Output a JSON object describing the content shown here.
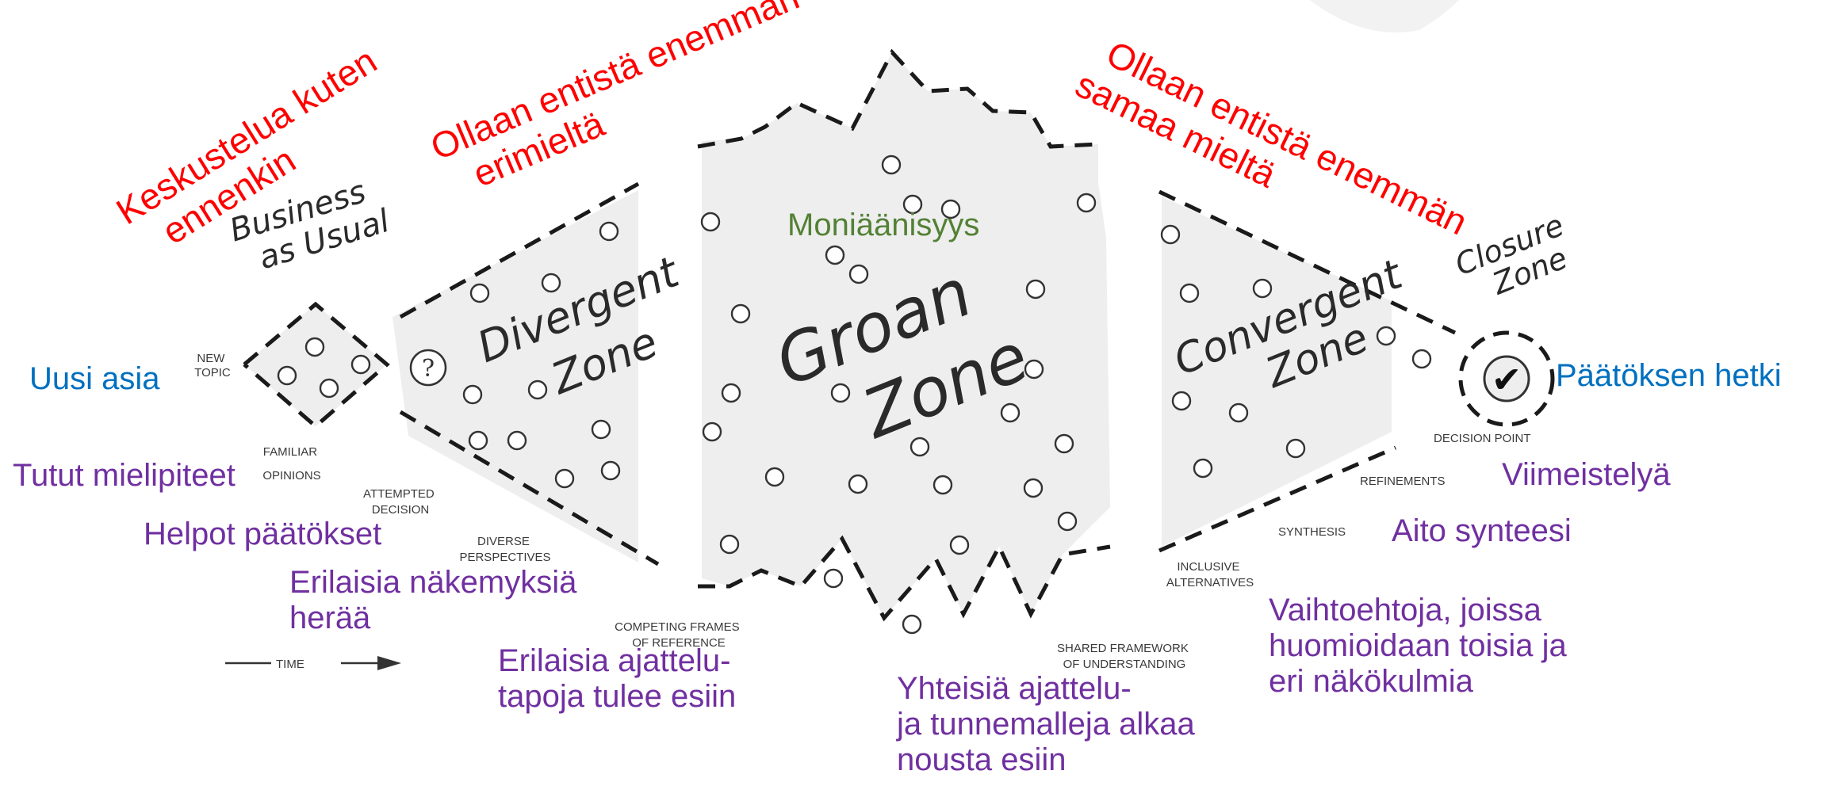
{
  "diagram": {
    "business_zone_title": [
      "Business",
      "as Usual"
    ],
    "divergent_zone_title": [
      "Divergent",
      "Zone"
    ],
    "groan_zone_title": [
      "Groan",
      "Zone"
    ],
    "convergent_zone_title": [
      "Convergent",
      "Zone"
    ],
    "closure_zone_title": [
      "Closure",
      "Zone"
    ],
    "new_topic": [
      "NEW",
      "TOPIC"
    ],
    "familiar_opinions": [
      "FAMILIAR",
      "OPINIONS"
    ],
    "attempted_decision": [
      "ATTEMPTED",
      "DECISION"
    ],
    "diverse_perspectives": [
      "DIVERSE",
      "PERSPECTIVES"
    ],
    "competing_frames": [
      "COMPETING FRAMES",
      "OF REFERENCE"
    ],
    "shared_framework": [
      "SHARED FRAMEWORK",
      "OF UNDERSTANDING"
    ],
    "inclusive_alternatives": [
      "INCLUSIVE",
      "ALTERNATIVES"
    ],
    "synthesis": "SYNTHESIS",
    "refinements": "REFINEMENTS",
    "decision_point": "DECISION POINT",
    "time_label": "TIME",
    "question_mark": "?",
    "check_mark": "✔"
  },
  "annotations": {
    "keskustelua": [
      "Keskustelua kuten",
      "ennenkin"
    ],
    "erimielta": [
      "Ollaan entistä enemmän",
      "erimieltä"
    ],
    "samaa_mielta": [
      "Ollaan entistä enemmän",
      "samaa mieltä"
    ],
    "moniaanisyys": "Moniäänisyys",
    "uusi_asia": "Uusi asia",
    "tutut_mielipiteet": "Tutut mielipiteet",
    "helpot_paatokset": "Helpot päätökset",
    "erilaisia_nakemyksia": [
      "Erilaisia näkemyksiä",
      "herää"
    ],
    "erilaisia_ajattelutapoja": [
      "Erilaisia ajattelu-",
      "tapoja tulee esiin"
    ],
    "yhteisia": [
      "Yhteisiä ajattelu-",
      "ja tunnemalleja alkaa",
      "nousta esiin"
    ],
    "vaihtoehtoja": [
      "Vaihtoehtoja, joissa",
      "huomioidaan toisia ja",
      "eri näkökulmia"
    ],
    "paatoksen_hetki": "Päätöksen hetki",
    "viimeistelya": "Viimeistelyä",
    "aito_synteesi": "Aito synteesi"
  },
  "colors": {
    "zone_fill": "#eeeeee",
    "dash_stroke": "#1a1a1a",
    "red": "#ff0000",
    "purple": "#7030a0",
    "blue": "#0070c0",
    "green": "#538135"
  }
}
